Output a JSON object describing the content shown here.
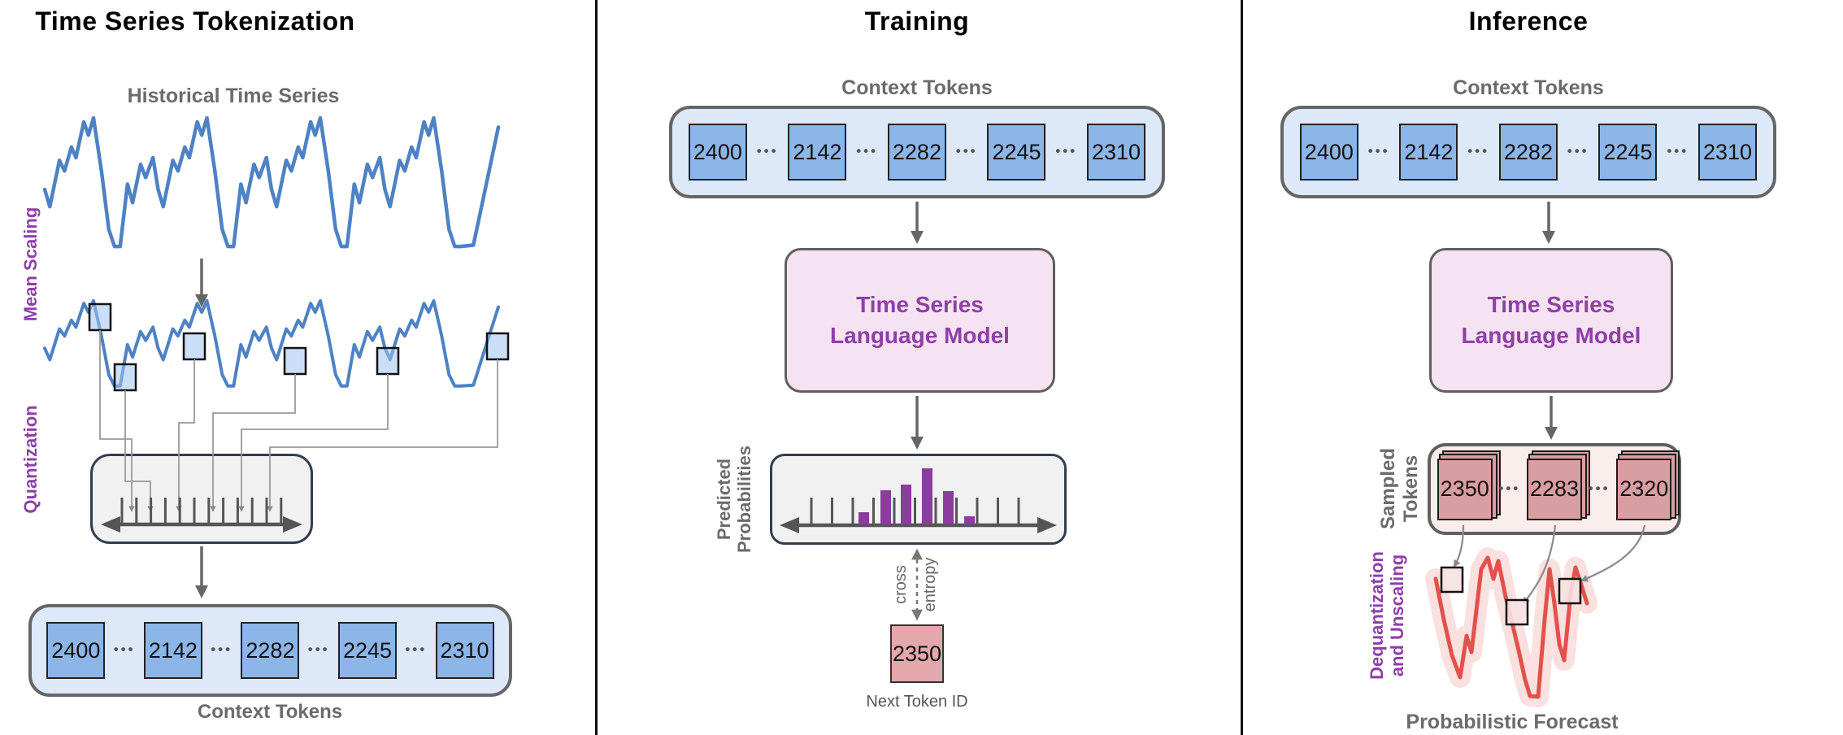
{
  "tokenization": {
    "title": "Time Series Tokenization",
    "historical_label": "Historical Time Series",
    "mean_scaling_label": "Mean Scaling",
    "quantization_label": "Quantization",
    "tokens": [
      "2400",
      "2142",
      "2282",
      "2245",
      "2310"
    ],
    "ellipsis": "•••",
    "caption": "Context Tokens"
  },
  "training": {
    "title": "Training",
    "context_label": "Context Tokens",
    "tokens": [
      "2400",
      "2142",
      "2282",
      "2245",
      "2310"
    ],
    "model": {
      "line1": "Time Series",
      "line2": "Language Model"
    },
    "predicted_label": {
      "line1": "Predicted",
      "line2": "Probabilities"
    },
    "cross_entropy": {
      "line1": "cross",
      "line2": "entropy"
    },
    "next_token": {
      "value": "2350",
      "caption": "Next Token ID"
    }
  },
  "inference": {
    "title": "Inference",
    "context_label": "Context Tokens",
    "tokens": [
      "2400",
      "2142",
      "2282",
      "2245",
      "2310"
    ],
    "model": {
      "line1": "Time Series",
      "line2": "Language Model"
    },
    "sampled_label": {
      "line1": "Sampled",
      "line2": "Tokens"
    },
    "sampled_tokens": [
      "2350",
      "2283",
      "2320"
    ],
    "dequant_label": {
      "line1": "Dequantization",
      "line2": "and Unscaling"
    },
    "caption": "Probabilistic Forecast"
  },
  "colors": {
    "series_blue": "#4d82c4",
    "token_blue": "#8db6e8",
    "container_blue": "#dde9f8",
    "purple_accent": "#8e3fa8",
    "histogram_purple": "#8a3d9c",
    "model_pink": "#f6e3f1",
    "token_red": "#e3a7ac",
    "forecast_red": "#e2514c",
    "box_gray": "#f1f1f1",
    "label_gray": "#6b6b6b"
  }
}
